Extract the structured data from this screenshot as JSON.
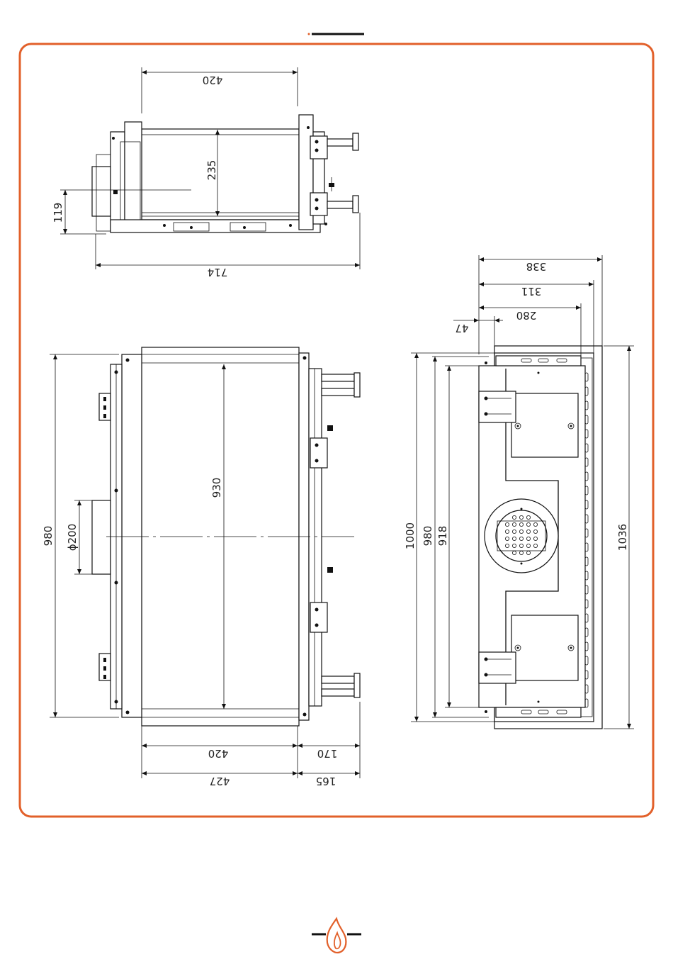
{
  "colors": {
    "frame": "#e2602a",
    "line": "#111111",
    "flame": "#e2602a"
  },
  "icons": {
    "footer": "flame-icon"
  },
  "top_view": {
    "dims": {
      "width_top": "420",
      "height_inner": "235",
      "offset_left": "119",
      "width_total": "714"
    }
  },
  "front_view": {
    "dims": {
      "height_total": "980",
      "diameter": "ϕ200",
      "height_inner": "930",
      "width_a": "420",
      "width_b": "170",
      "width_c": "427",
      "width_d": "165"
    }
  },
  "side_view": {
    "dims": {
      "width_338": "338",
      "width_311": "311",
      "width_280": "280",
      "width_47": "47",
      "height_1000": "1000",
      "height_980": "980",
      "height_918": "918",
      "height_1036": "1036"
    }
  }
}
